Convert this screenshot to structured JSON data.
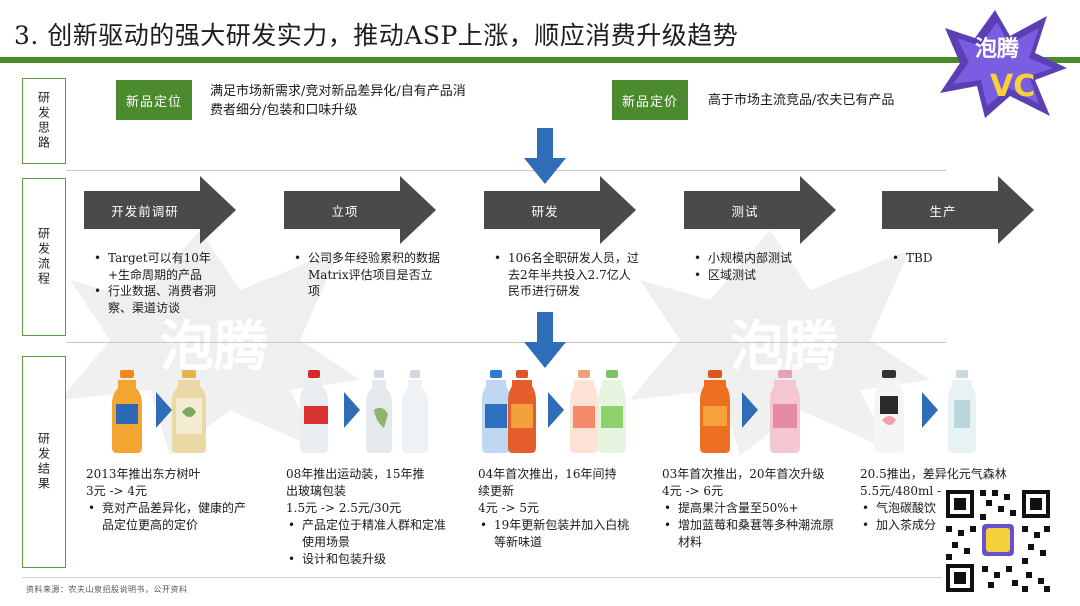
{
  "title": "3. 创新驱动的强大研发实力，推动ASP上涨，顺应消费升级趋势",
  "logo_text": "泡腾VC",
  "watermark_text": "泡腾",
  "colors": {
    "accent_green": "#4b8b2e",
    "arrow_gray": "#4a4a4a",
    "arrow_blue": "#2f6db8"
  },
  "sections": {
    "thinking": "研发思路",
    "process": "研发流程",
    "result": "研发结果"
  },
  "thinking": {
    "tag1": "新品定位",
    "text1_line1": "满足市场新需求/竞对新品差异化/自有产品消",
    "text1_line2": "费者细分/包装和口味升级",
    "tag2": "新品定价",
    "text2": "高于市场主流竞品/农夫已有产品"
  },
  "process": {
    "steps": [
      {
        "label": "开发前调研",
        "bullets": [
          "Target可以有10年+生命周期的产品",
          "行业数据、消费者洞察、渠道访谈"
        ]
      },
      {
        "label": "立项",
        "bullets": [
          "公司多年经验累积的数据Matrix评估项目是否立项"
        ]
      },
      {
        "label": "研发",
        "bullets": [
          "106名全职研发人员，过去2年半共投入2.7亿人民币进行研发"
        ]
      },
      {
        "label": "测试",
        "bullets": [
          "小规模内部测试",
          "区域测试"
        ]
      },
      {
        "label": "生产",
        "bullets": [
          "TBD"
        ]
      }
    ]
  },
  "results": [
    {
      "line1": "2013年推出东方树叶",
      "line2": "3元 -> 4元",
      "bullets": [
        "竞对产品差异化，健康的产品定位更高的定价"
      ]
    },
    {
      "line1": "08年推出运动装，15年推",
      "line2": "出玻璃包装",
      "line3": "1.5元 -> 2.5元/30元",
      "bullets": [
        "产品定位于精准人群和定准使用场景",
        "设计和包装升级"
      ]
    },
    {
      "line1": "04年首次推出，16年间持",
      "line2": "续更新",
      "line3": "4元 -> 5元",
      "bullets": [
        "19年更新包装并加入白桃等新味道"
      ]
    },
    {
      "line1": "03年首次推出，20年首次升级",
      "line2": "4元 -> 6元",
      "bullets": [
        "提高果汁含量至50%+",
        "增加蓝莓和桑葚等多种潮流原材料"
      ]
    },
    {
      "line1": "20.5推出，差异化元气森林",
      "line2": "5.5元/480ml -",
      "bullets": [
        "气泡碳酸饮",
        "加入茶成分"
      ]
    }
  ],
  "source": "资料来源：农夫山泉招股说明书，公开资料"
}
